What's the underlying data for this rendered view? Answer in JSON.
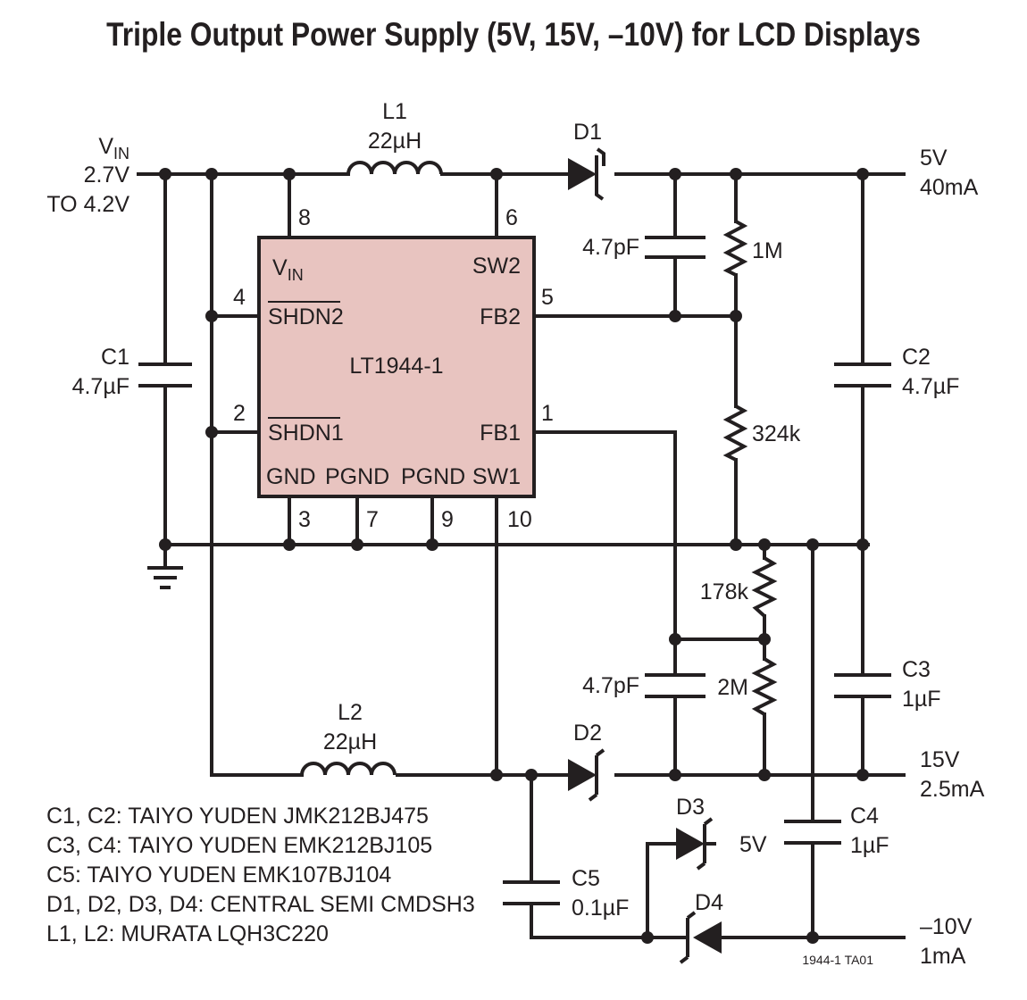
{
  "title": "Triple Output Power Supply (5V, 15V, –10V) for LCD Displays",
  "input": {
    "label": "V",
    "sub": "IN",
    "range_1": "2.7V",
    "range_2": "TO 4.2V"
  },
  "ic": {
    "name": "LT1944-1",
    "fill": "#e8c4c0",
    "pins": {
      "vin": {
        "label": "V",
        "sub": "IN",
        "num": "8"
      },
      "sw2": {
        "label": "SW2",
        "num": "6"
      },
      "shdn2": {
        "label": "SHDN2",
        "num": "4"
      },
      "fb2": {
        "label": "FB2",
        "num": "5"
      },
      "shdn1": {
        "label": "SHDN1",
        "num": "2"
      },
      "fb1": {
        "label": "FB1",
        "num": "1"
      },
      "gnd": {
        "label": "GND",
        "num": "3"
      },
      "pgnd_a": {
        "label": "PGND",
        "num": "7"
      },
      "pgnd_b": {
        "label": "PGND",
        "num": "9"
      },
      "sw1": {
        "label": "SW1",
        "num": "10"
      }
    }
  },
  "components": {
    "l1": {
      "name": "L1",
      "value": "22µH"
    },
    "l2": {
      "name": "L2",
      "value": "22µH"
    },
    "d1": {
      "name": "D1"
    },
    "d2": {
      "name": "D2"
    },
    "d3": {
      "name": "D3",
      "note": "5V"
    },
    "d4": {
      "name": "D4"
    },
    "c1": {
      "name": "C1",
      "value": "4.7µF"
    },
    "c2": {
      "name": "C2",
      "value": "4.7µF"
    },
    "c3": {
      "name": "C3",
      "value": "1µF"
    },
    "c4": {
      "name": "C4",
      "value": "1µF"
    },
    "c5": {
      "name": "C5",
      "value": "0.1µF"
    },
    "cff_top": {
      "value": "4.7pF"
    },
    "cff_bottom": {
      "value": "4.7pF"
    },
    "r_1m": {
      "value": "1M"
    },
    "r_324k": {
      "value": "324k"
    },
    "r_178k": {
      "value": "178k"
    },
    "r_2m": {
      "value": "2M"
    }
  },
  "outputs": {
    "out_5v": {
      "voltage": "5V",
      "current": "40mA"
    },
    "out_15v": {
      "voltage": "15V",
      "current": "2.5mA"
    },
    "out_neg10v": {
      "voltage": "–10V",
      "current": "1mA"
    }
  },
  "notes": [
    "C1, C2: TAIYO YUDEN JMK212BJ475",
    "C3, C4: TAIYO YUDEN EMK212BJ105",
    "C5: TAIYO YUDEN EMK107BJ104",
    "D1, D2, D3, D4: CENTRAL SEMI CMDSH3",
    "L1, L2: MURATA LQH3C220"
  ],
  "figure_id": "1944-1 TA01"
}
